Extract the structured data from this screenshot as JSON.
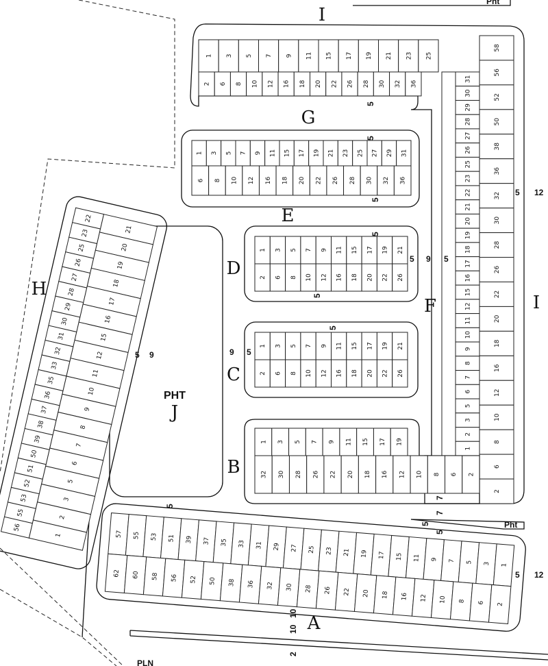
{
  "plan": {
    "pht_label": "PHT",
    "pht_small_label": "Pht",
    "pln_label": "PLN",
    "blocks": {
      "I_top": {
        "letter": "I",
        "lots": [
          "1",
          "3",
          "5",
          "7",
          "9",
          "11",
          "15",
          "17",
          "19",
          "21",
          "23",
          "25"
        ]
      },
      "I_right": {
        "letter": "I",
        "lots": [
          "58",
          "56",
          "52",
          "50",
          "38",
          "36",
          "32",
          "30",
          "28",
          "26",
          "22",
          "20",
          "18",
          "16",
          "12",
          "10",
          "8",
          "6",
          "2"
        ]
      },
      "G": {
        "letter": "G",
        "lots": [
          "2",
          "6",
          "8",
          "10",
          "12",
          "16",
          "18",
          "20",
          "22",
          "26",
          "28",
          "30",
          "32",
          "36"
        ]
      },
      "F": {
        "letter": "F",
        "lots": [
          "31",
          "30",
          "29",
          "28",
          "27",
          "26",
          "25",
          "23",
          "22",
          "21",
          "20",
          "19",
          "18",
          "17",
          "16",
          "15",
          "12",
          "11",
          "10",
          "9",
          "8",
          "7",
          "6",
          "5",
          "3",
          "2",
          "1"
        ]
      },
      "E": {
        "letter": "E",
        "top": [
          "1",
          "3",
          "5",
          "7",
          "9",
          "11",
          "15",
          "17",
          "19",
          "21",
          "23",
          "25",
          "27",
          "29",
          "31"
        ],
        "bottom": [
          "6",
          "8",
          "10",
          "12",
          "16",
          "18",
          "20",
          "22",
          "26",
          "28",
          "30",
          "32",
          "36"
        ]
      },
      "D": {
        "letter": "D",
        "top": [
          "1",
          "3",
          "5",
          "7",
          "9",
          "11",
          "15",
          "17",
          "19",
          "21"
        ],
        "bottom": [
          "2",
          "6",
          "8",
          "10",
          "12",
          "16",
          "18",
          "20",
          "22",
          "26"
        ]
      },
      "C": {
        "letter": "C",
        "top": [
          "1",
          "3",
          "5",
          "7",
          "9",
          "11",
          "15",
          "17",
          "19",
          "21"
        ],
        "bottom": [
          "2",
          "6",
          "8",
          "10",
          "12",
          "16",
          "18",
          "20",
          "22",
          "26"
        ]
      },
      "B": {
        "letter": "B",
        "top": [
          "1",
          "3",
          "5",
          "7",
          "9",
          "11",
          "15",
          "17",
          "19"
        ],
        "bottom": [
          "32",
          "30",
          "28",
          "26",
          "22",
          "20",
          "18",
          "16",
          "12",
          "10",
          "8",
          "6",
          "2"
        ]
      },
      "H": {
        "letter": "H",
        "outer": [
          "22",
          "23",
          "25",
          "26",
          "27",
          "28",
          "29",
          "30",
          "31",
          "32",
          "33",
          "35",
          "36",
          "37",
          "38",
          "39",
          "50",
          "51",
          "52",
          "53",
          "55",
          "56"
        ],
        "inner": [
          "21",
          "20",
          "19",
          "18",
          "17",
          "16",
          "15",
          "12",
          "11",
          "10",
          "9",
          "8",
          "7",
          "6",
          "5",
          "3",
          "2",
          "1"
        ]
      },
      "A": {
        "letter": "A",
        "top": [
          "57",
          "55",
          "53",
          "51",
          "39",
          "37",
          "35",
          "33",
          "31",
          "29",
          "27",
          "25",
          "23",
          "21",
          "19",
          "17",
          "15",
          "11",
          "9",
          "7",
          "5",
          "3",
          "1"
        ],
        "bottom": [
          "62",
          "60",
          "58",
          "56",
          "52",
          "50",
          "38",
          "36",
          "32",
          "30",
          "28",
          "26",
          "22",
          "20",
          "18",
          "16",
          "12",
          "10",
          "8",
          "6",
          "2"
        ]
      },
      "J": {
        "letter": "J"
      }
    },
    "dimension_marks": [
      "5",
      "9",
      "5",
      "9",
      "5",
      "5",
      "9",
      "5",
      "12",
      "5",
      "12",
      "5",
      "5",
      "5",
      "5",
      "5",
      "5",
      "5",
      "5",
      "7",
      "7",
      "5",
      "10",
      "10",
      "2"
    ]
  }
}
